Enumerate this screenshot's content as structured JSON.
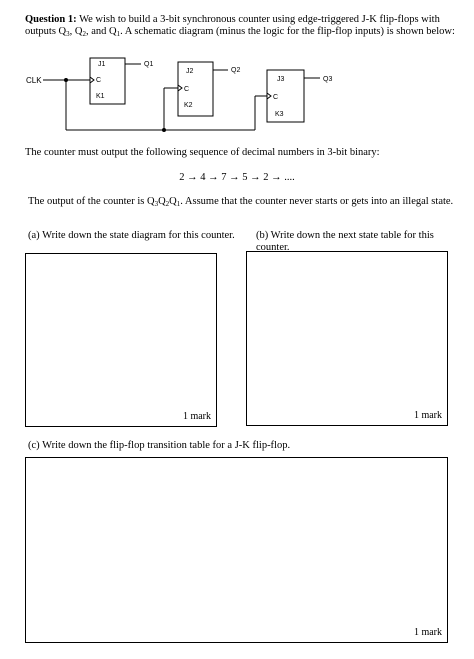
{
  "question": {
    "label": "Question 1:",
    "line1": "We wish to build a 3-bit synchronous counter using edge-triggered J-K flip-flops with",
    "line2_pre": "outputs Q",
    "sub3": "3",
    "sep_a": ", Q",
    "sub2": "2",
    "sep_b": ", and Q",
    "sub1": "1",
    "line2_post": ". A schematic diagram (minus the logic for the flip-flop inputs) is shown below:"
  },
  "schematic": {
    "clk_label": "CLK",
    "ff1": {
      "j": "J1",
      "c": "C",
      "k": "K1",
      "q": "Q1"
    },
    "ff2": {
      "j": "J2",
      "c": "C",
      "k": "K2",
      "q": "Q2"
    },
    "ff3": {
      "j": "J3",
      "c": "C",
      "k": "K3",
      "q": "Q3"
    }
  },
  "sequence_intro": "The counter must output the following sequence of decimal numbers in 3-bit binary:",
  "sequence": "2 → 4 → 7 → 5 → 2 → ....",
  "output_note": {
    "pre": "The output of the counter is Q",
    "s3": "3",
    "m1": "Q",
    "s2": "2",
    "m2": "Q",
    "s1": "1",
    "post": ". Assume that the counter never starts or gets into an illegal state."
  },
  "parts": {
    "a": {
      "prompt": "(a) Write down the state diagram for this counter.",
      "mark": "1 mark"
    },
    "b": {
      "prompt_line1": "(b) Write down the next state table for this",
      "prompt_line2": "counter.",
      "mark": "1 mark"
    },
    "c": {
      "prompt": "(c) Write down the flip-flop transition table for a J-K flip-flop.",
      "mark": "1 mark"
    }
  }
}
